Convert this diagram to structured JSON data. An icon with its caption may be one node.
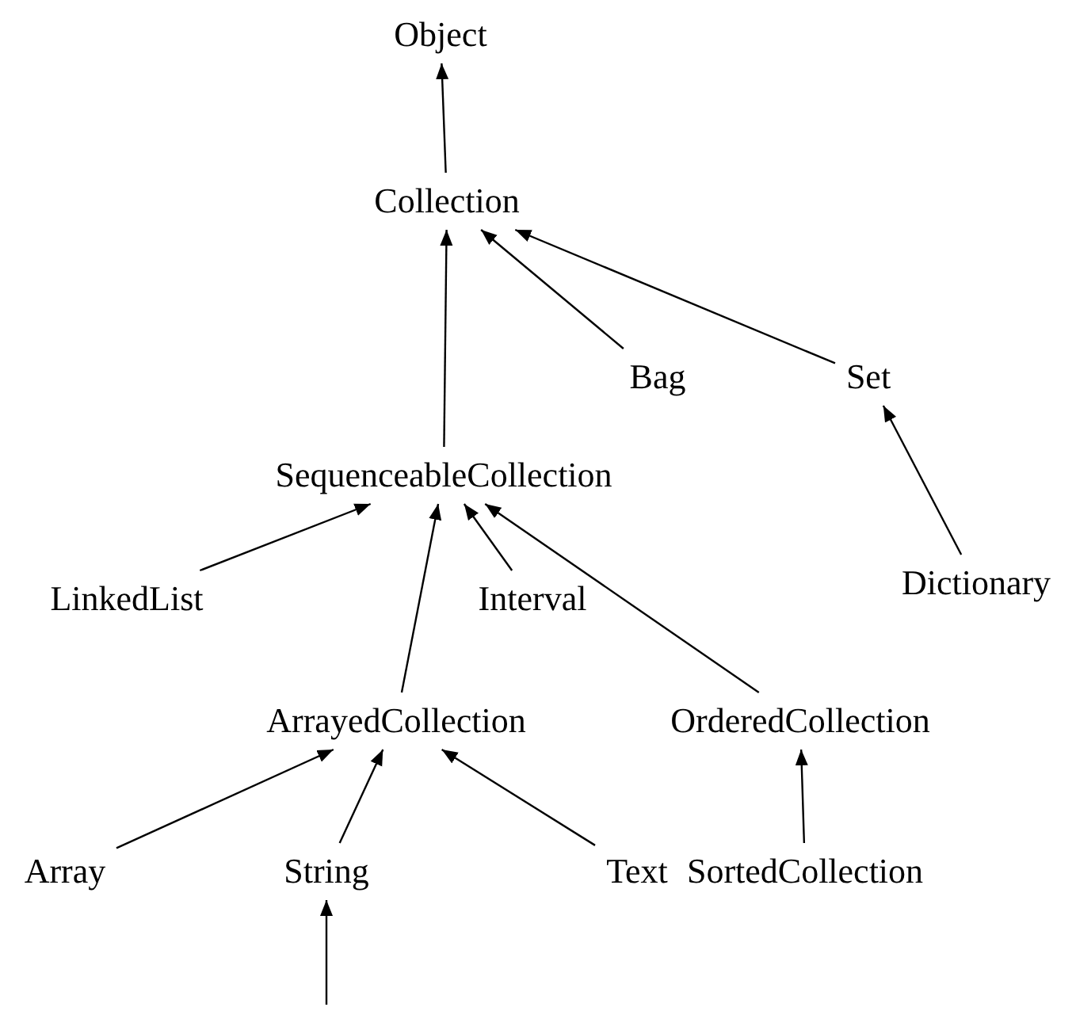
{
  "diagram": {
    "nodes": [
      {
        "text": [
          "Object"
        ]
      },
      {
        "text": [
          "Collection"
        ]
      },
      {
        "text": [
          "Bag"
        ]
      },
      {
        "text": [
          "Set"
        ]
      },
      {
        "text": [
          "SequenceableCollection"
        ]
      },
      {
        "text": [
          "Dictionary"
        ]
      },
      {
        "text": [
          "LinkedList"
        ]
      },
      {
        "text": [
          "Interval"
        ]
      },
      {
        "text": [
          "ArrayedCollection"
        ]
      },
      {
        "text": [
          "OrderedCollection"
        ]
      },
      {
        "text": [
          "Array"
        ]
      },
      {
        "text": [
          "String"
        ]
      },
      {
        "text": [
          "Text"
        ]
      },
      {
        "text": [
          "SortedCollection"
        ]
      }
    ],
    "edges": [
      {
        "from": 1,
        "to": 0,
        "arrow": "to"
      },
      {
        "from": 2,
        "to": 1,
        "arrow": "to"
      },
      {
        "from": 3,
        "to": 1,
        "arrow": "to"
      },
      {
        "from": 4,
        "to": 1,
        "arrow": "to"
      },
      {
        "from": 5,
        "to": 3,
        "arrow": "to"
      },
      {
        "from": 6,
        "to": 4,
        "arrow": "to"
      },
      {
        "from": 7,
        "to": 4,
        "arrow": "to"
      },
      {
        "from": 8,
        "to": 4,
        "arrow": "to"
      },
      {
        "from": 9,
        "to": 4,
        "arrow": "to"
      },
      {
        "from": 10,
        "to": 8,
        "arrow": "to"
      },
      {
        "from": 11,
        "to": 8,
        "arrow": "to"
      },
      {
        "from": 12,
        "to": 8,
        "arrow": "to"
      },
      {
        "from": 13,
        "to": 9,
        "arrow": "to"
      },
      {
        "from": null,
        "to": 11,
        "arrow": "to"
      }
    ]
  }
}
